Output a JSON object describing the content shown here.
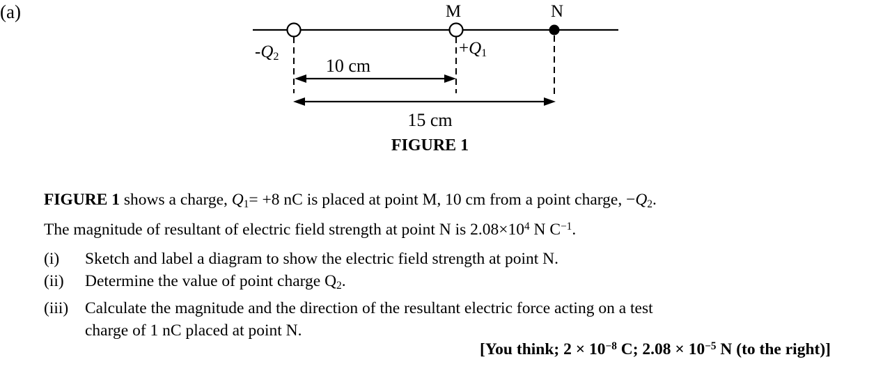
{
  "page": {
    "part_label": "(a)"
  },
  "figure": {
    "caption": "FIGURE 1",
    "point_m_label": "M",
    "point_n_label": "N",
    "charge_q2": {
      "sign": "-",
      "symbol": "Q",
      "subscript": "2"
    },
    "charge_q1": {
      "sign": "+",
      "symbol": "Q",
      "subscript": "1"
    },
    "distance_q2_m": "10 cm",
    "distance_q2_n": "15 cm"
  },
  "problem": {
    "line1": {
      "bold": "FIGURE 1",
      "t1": " shows a charge, ",
      "q1_symbol": "Q",
      "q1_sub": "1",
      "t2": "= +8 nC is placed at point M, 10 cm from a point charge, −",
      "q2_symbol": "Q",
      "q2_sub": "2",
      "t3": "."
    },
    "line2": {
      "t1": "The magnitude of resultant of electric field strength at point N is 2.08×10",
      "sup1": "4",
      "t2": " N C",
      "sup2": "−1",
      "t3": "."
    }
  },
  "questions": [
    {
      "num": "(i)",
      "text": "Sketch and label a diagram to show the electric field strength at point N."
    },
    {
      "num": "(ii)",
      "text": "Determine the value of point charge Q",
      "sub": "2",
      "tail": "."
    },
    {
      "num": "(iii)",
      "line1": "Calculate the magnitude and the direction of the resultant electric force acting on a test",
      "line2": "charge of 1 nC placed at point N."
    }
  ],
  "answer": {
    "t1": "[You think; 2 × 10",
    "sup1": "−8",
    "t2": " C; 2.08 × 10",
    "sup2": "−5",
    "t3": " N (to the right)]"
  }
}
